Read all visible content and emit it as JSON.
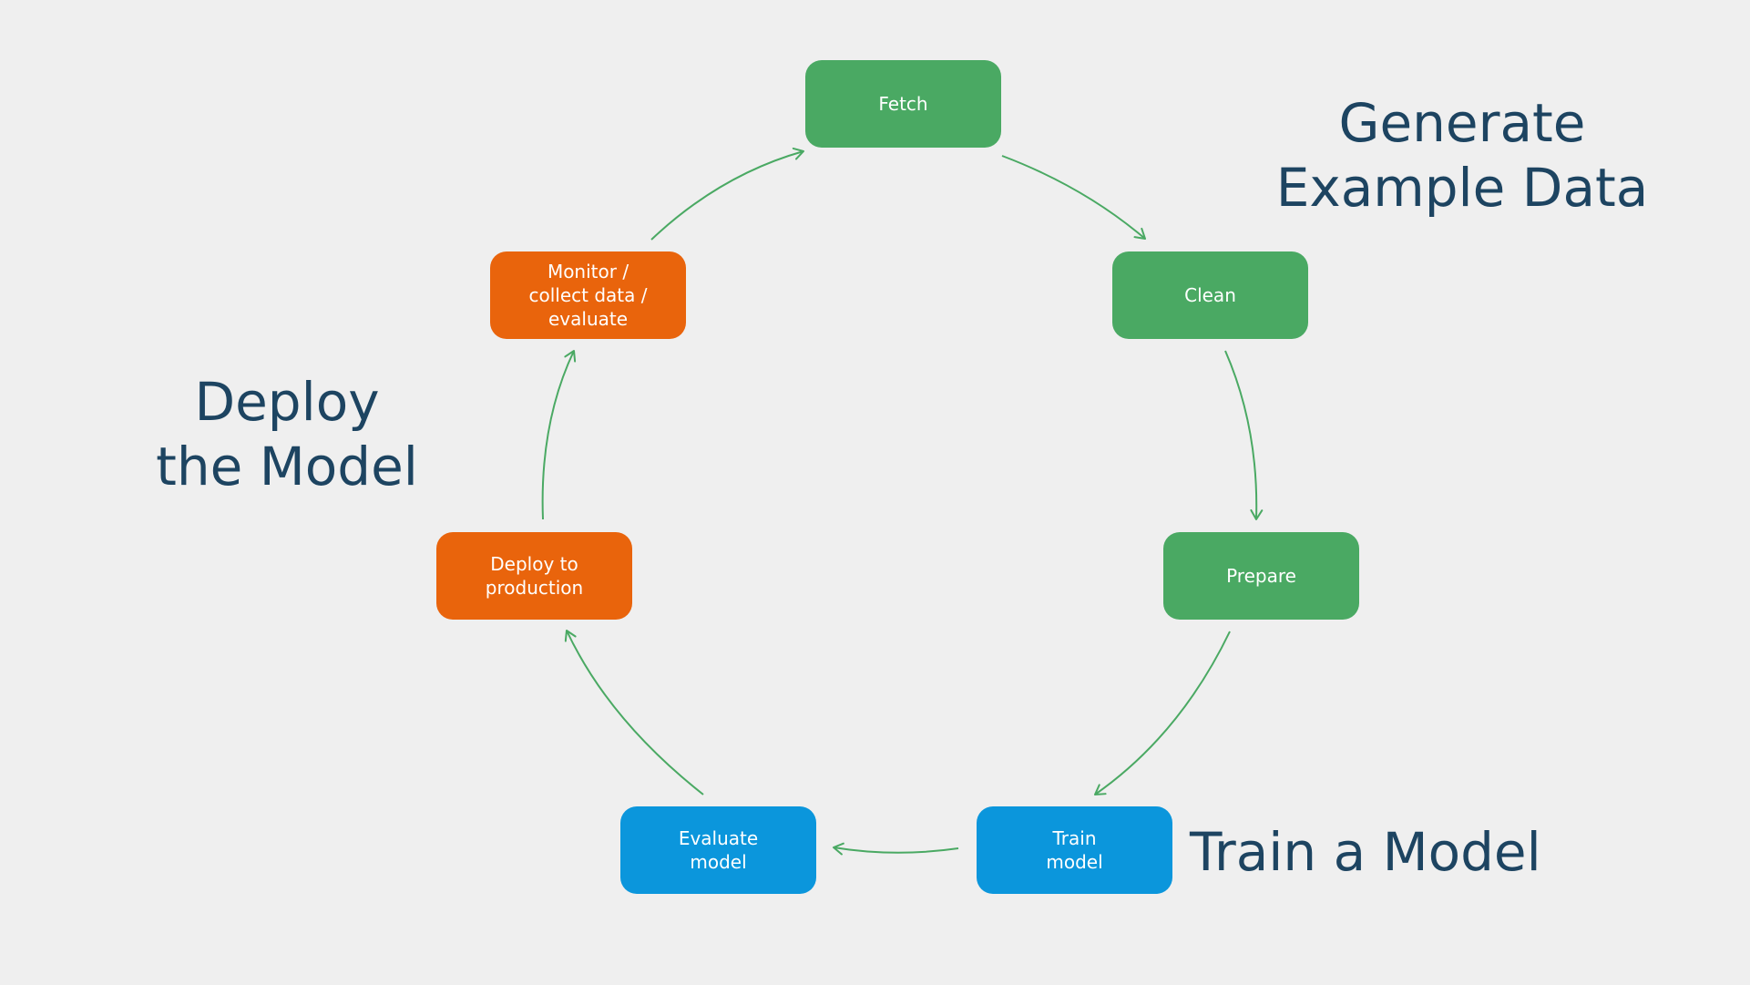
{
  "colors": {
    "background": "#efefef",
    "generate_green": "#4aa963",
    "train_blue": "#0b96dc",
    "deploy_orange": "#e9640c",
    "heading_text": "#1d4461",
    "arrow_stroke": "#4aa963"
  },
  "stages": {
    "fetch": "Fetch",
    "clean": "Clean",
    "prepare": "Prepare",
    "train": "Train\nmodel",
    "evaluate": "Evaluate\nmodel",
    "deploy": "Deploy to\nproduction",
    "monitor": "Monitor /\ncollect data /\nevaluate"
  },
  "headings": {
    "generate": "Generate\nExample Data",
    "train": "Train a Model",
    "deploy": "Deploy\nthe Model"
  }
}
